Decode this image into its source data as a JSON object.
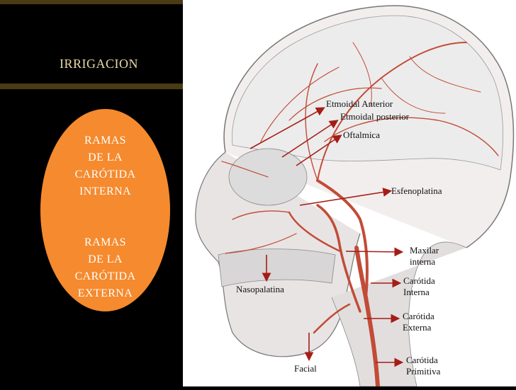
{
  "slide": {
    "title": "IRRIGACION",
    "colors": {
      "background": "#000000",
      "title": "#e8d9a8",
      "oval": "#f58a2e",
      "oval_text": "#ffffff",
      "artery": "#c24b37",
      "label_arrows": "#a61c16"
    }
  },
  "legend": {
    "internal": "RAMAS\nDE LA\nCARÓTIDA\nINTERNA",
    "external": "RAMAS\nDE LA\nCARÓTIDA\nEXTERNA"
  },
  "labels": {
    "etmoidal_anterior": "Etmoidal Anterior",
    "etmoidal_posterior": "Etmoidal posterior",
    "oftalmica": "Oftalmica",
    "esfenoplatina": "Esfenoplatina",
    "maxilar_interna": "Maxilar\ninterna",
    "carotida_interna": "Carótida\nInterna",
    "nasopalatina": "Nasopalatina",
    "carotida_externa": "Carótida\nExterna",
    "carotida_primitiva": "Carótida\nPrimitiva",
    "facial": "Facial"
  }
}
